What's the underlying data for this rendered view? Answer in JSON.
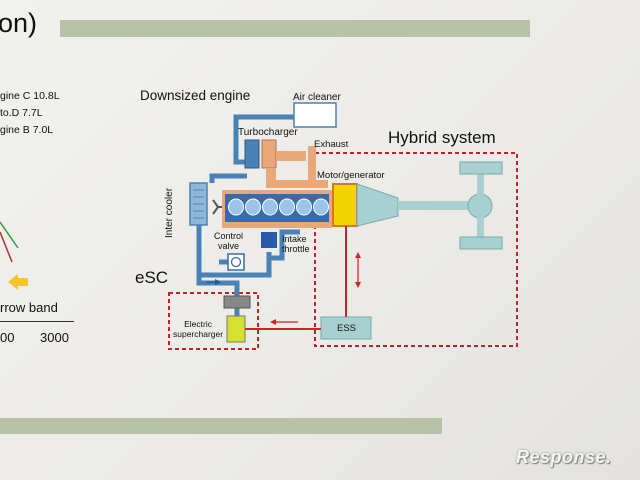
{
  "page": {
    "title_fragment": "on)",
    "legend": [
      "gine C 10.8L",
      "to.D 7.7L",
      "gine B 7.0L"
    ],
    "axis": {
      "band_label": "rrow band",
      "tick_left": "00",
      "tick_right": "3000"
    }
  },
  "diagram": {
    "downsized_engine": "Downsized engine",
    "air_cleaner": "Air cleaner",
    "turbocharger": "Turbocharger",
    "exhaust": "Exhaust",
    "hybrid_system": "Hybrid system",
    "motor_generator": "Motor/generator",
    "inter_cooler": "Inter cooler",
    "control_valve_line1": "Control",
    "control_valve_line2": "valve",
    "intake_throttle_line1": "Intake",
    "intake_throttle_line2": "throttle",
    "esc": "eSC",
    "electric_supercharger_line1": "Electric",
    "electric_supercharger_line2": "supercharger",
    "ess": "ESS"
  },
  "colors": {
    "pipe": "#4a82b6",
    "turbo_orange": "#e8a878",
    "motor_yellow": "#f2d500",
    "motor_border": "#e07030",
    "teal": "#a8d0d0",
    "red": "#d42020",
    "dashed_box": "#c8202a",
    "topbar": "#b7c2a8"
  },
  "watermark": {
    "text": "Response."
  }
}
